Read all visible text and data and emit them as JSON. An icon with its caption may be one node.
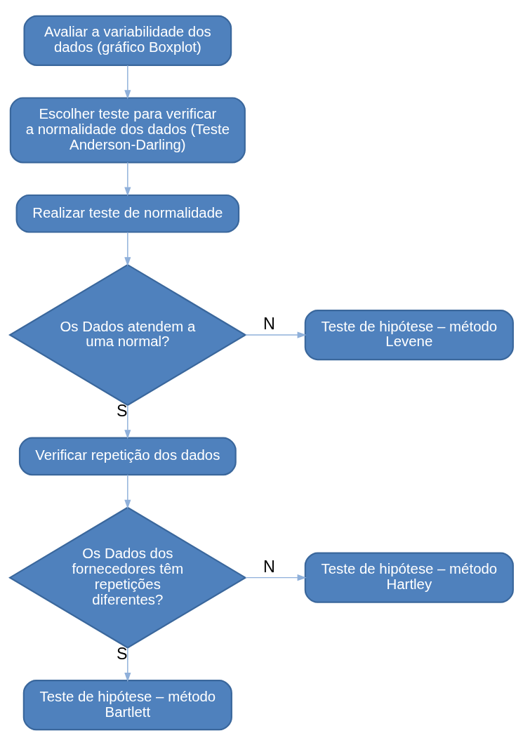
{
  "diagram": {
    "nodes": [
      {
        "text": [
          "Avaliar a variabilidade dos dados (gráfico Boxplot)"
        ]
      },
      {
        "text": [
          "Escolher teste para verificar a normalidade dos dados (Teste Anderson-Darling)"
        ]
      },
      {
        "text": [
          "Realizar teste de normalidade"
        ]
      },
      {
        "text": [
          "Os Dados atendem a uma normal?"
        ]
      },
      {
        "text": [
          "Teste de hipótese – método Levene"
        ]
      },
      {
        "text": [
          "Verificar repetição dos dados"
        ]
      },
      {
        "text": [
          "Os Dados dos fornecedores têm repetições diferentes?"
        ]
      },
      {
        "text": [
          "Teste de hipótese – método Hartley"
        ]
      },
      {
        "text": [
          "Teste de hipótese – método Bartlett"
        ]
      }
    ],
    "edges": [
      {
        "from": 0,
        "to": 1,
        "arrow": "to"
      },
      {
        "from": 1,
        "to": 2,
        "arrow": "to"
      },
      {
        "from": 2,
        "to": 3,
        "arrow": "to"
      },
      {
        "from": 3,
        "to": 4,
        "arrow": "to",
        "label": "N"
      },
      {
        "from": 3,
        "to": 5,
        "arrow": "to",
        "label": "S"
      },
      {
        "from": 5,
        "to": 6,
        "arrow": "to"
      },
      {
        "from": 6,
        "to": 7,
        "arrow": "to",
        "label": "N"
      },
      {
        "from": 6,
        "to": 8,
        "arrow": "to",
        "label": "S"
      }
    ]
  }
}
